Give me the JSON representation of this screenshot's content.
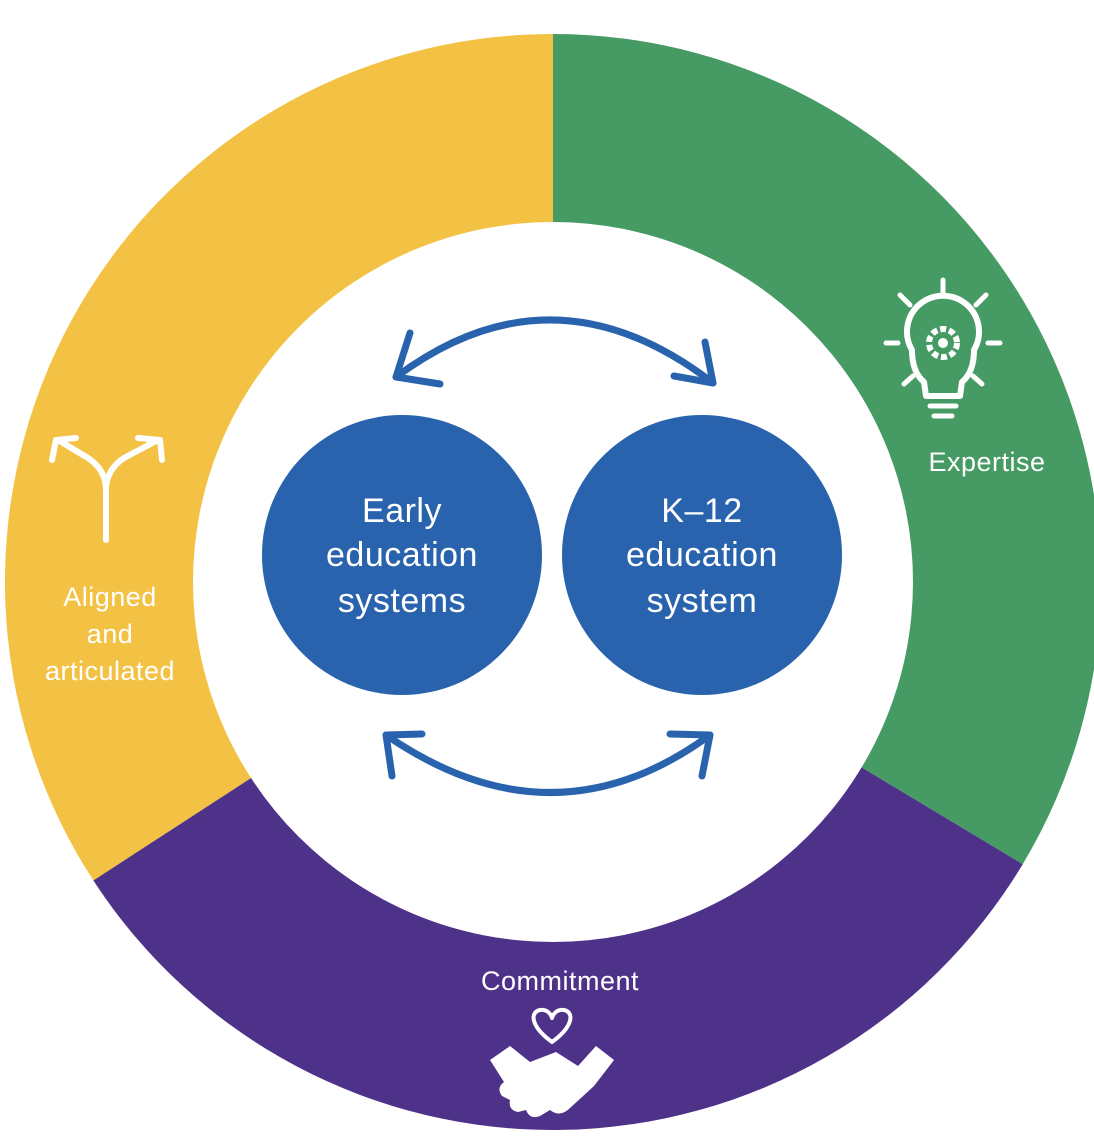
{
  "diagram": {
    "center_left": {
      "line1": "Early",
      "line2": "education",
      "line3": "systems"
    },
    "center_right": {
      "line1": "K–12",
      "line2": "education",
      "line3": "system"
    },
    "segments": {
      "aligned": {
        "line1": "Aligned",
        "line2": "and",
        "line3": "articulated",
        "color": "#f3c143",
        "icon": "split-arrow-icon"
      },
      "expertise": {
        "label": "Expertise",
        "color": "#469a63",
        "icon": "lightbulb-gear-icon"
      },
      "commitment": {
        "label": "Commitment",
        "color": "#4e3189",
        "icon": "handshake-heart-icon"
      }
    },
    "node_color": "#2a63ad"
  }
}
